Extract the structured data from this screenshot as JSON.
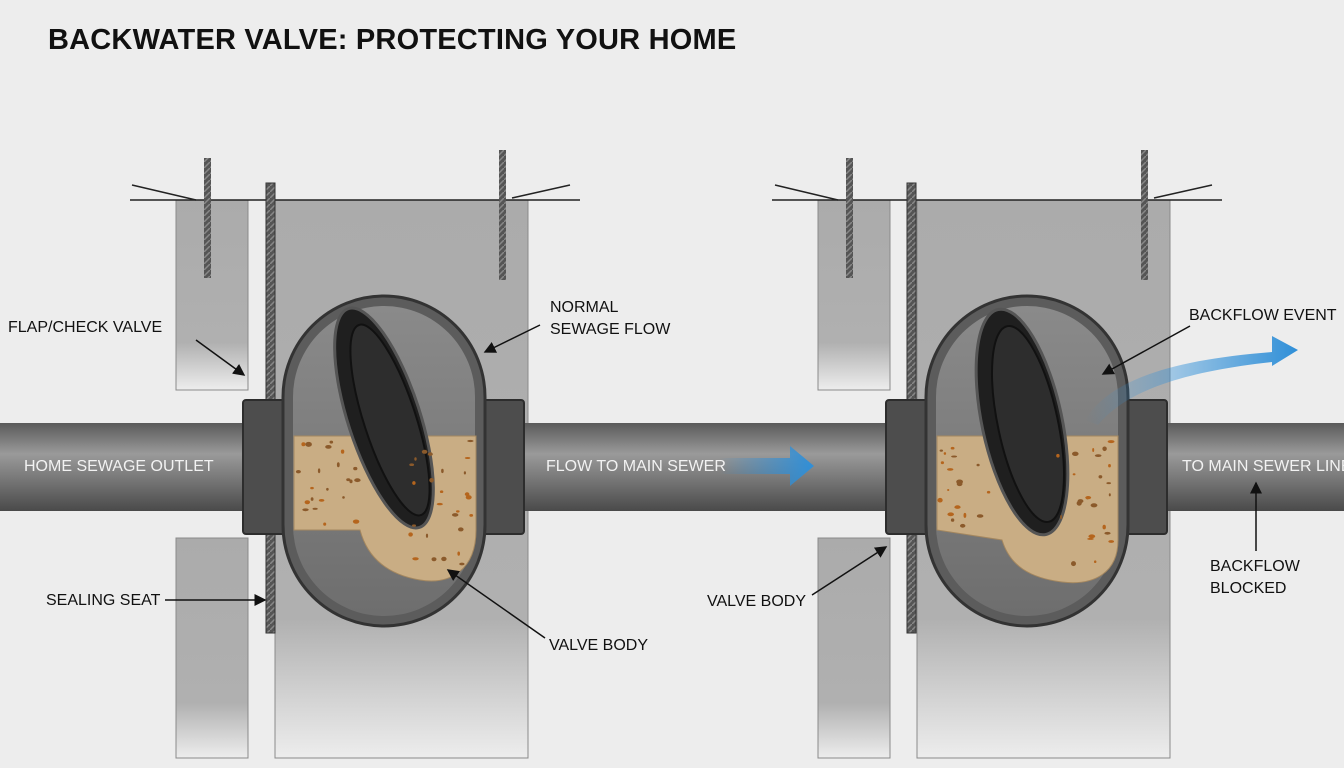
{
  "title": "BACKWATER VALVE: PROTECTING YOUR HOME",
  "left_diagram": {
    "labels": {
      "flap_check_valve": "FLAP/CHECK VALVE",
      "normal_sewage_flow_line1": "NORMAL",
      "normal_sewage_flow_line2": "SEWAGE FLOW",
      "home_sewage_outlet": "HOME SEWAGE OUTLET",
      "flow_to_main_sewer": "FLOW TO MAIN SEWER",
      "sealing_seat": "SEALING SEAT",
      "valve_body": "VALVE BODY"
    }
  },
  "right_diagram": {
    "labels": {
      "backflow_event": "BACKFLOW EVENT",
      "to_main_sewer_line": "TO MAIN SEWER LINE",
      "backflow_blocked_line1": "BACKFLOW",
      "backflow_blocked_line2": "BLOCKED",
      "valve_body": "VALVE BODY"
    }
  },
  "colors": {
    "background": "#ededed",
    "concrete": "#a9a9a9",
    "pipe": "#7d7d7d",
    "flap": "#2b2b2b",
    "sewage": "#c9ad84",
    "arrow_blue": "#2f8fd8"
  }
}
